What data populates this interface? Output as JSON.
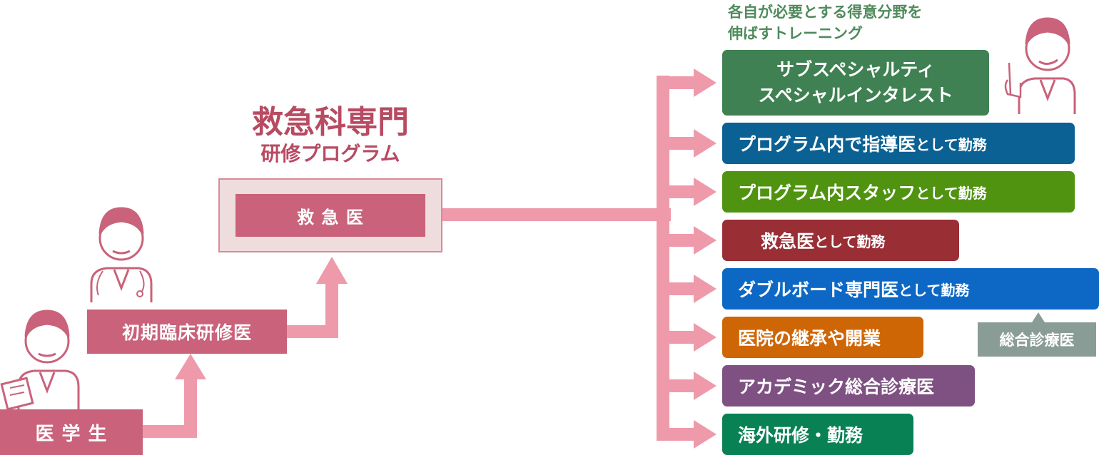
{
  "program": {
    "title": "救急科専門",
    "subtitle": "研修プログラム",
    "box_label": "救 急 医"
  },
  "stages": {
    "student": "医 学 生",
    "resident": "初期臨床研修医"
  },
  "note": {
    "line1": "各自が必要とする得意分野を",
    "line2": "伸ばすトレーニング"
  },
  "destinations": [
    {
      "line1": "サブスペシャルティ",
      "line2": "スペシャルインタレスト",
      "color": "#3f8152"
    },
    {
      "main": "プログラム内で指導医",
      "suffix": "として勤務",
      "color": "#0b6193"
    },
    {
      "main": "プログラム内スタッフ",
      "suffix": "として勤務",
      "color": "#4f9310"
    },
    {
      "main": "救急医",
      "suffix": "として勤務",
      "color": "#9a2e35"
    },
    {
      "main": "ダブルボード専門医",
      "suffix": "として勤務",
      "color": "#0d68c5"
    },
    {
      "main": "医院の継承や開業",
      "suffix": "",
      "color": "#cf6606"
    },
    {
      "main": "アカデミック総合診療医",
      "suffix": "",
      "color": "#7e5182"
    },
    {
      "main": "海外研修・勤務",
      "suffix": "",
      "color": "#088155"
    }
  ],
  "callout": {
    "label": "総合診療医",
    "color": "#8a9c96"
  },
  "colors": {
    "arrow": "#ee9aab",
    "stage": "#c9627a",
    "program_bg": "#efdcdd"
  }
}
